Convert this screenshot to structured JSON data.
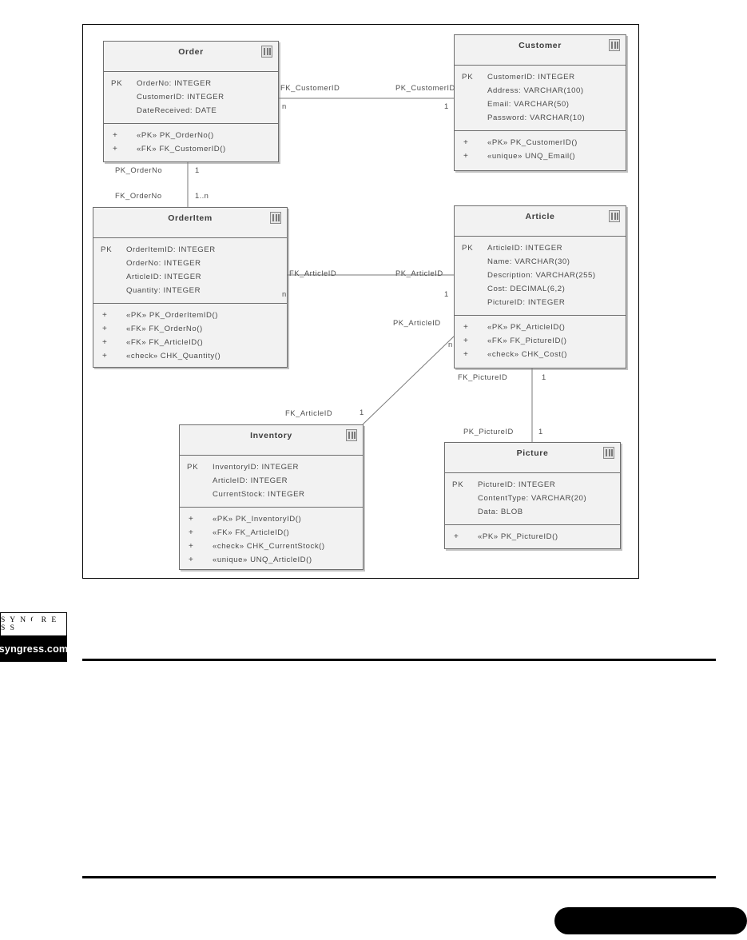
{
  "diagram": {
    "type": "er-class-diagram",
    "entities": [
      {
        "id": "order",
        "name": "Order",
        "icon": "table-icon",
        "attributes": [
          {
            "key": "PK",
            "text": "OrderNo: INTEGER"
          },
          {
            "key": "",
            "text": "CustomerID: INTEGER"
          },
          {
            "key": "",
            "text": "DateReceived: DATE"
          }
        ],
        "operations": [
          {
            "visibility": "+",
            "text": "«PK» PK_OrderNo()"
          },
          {
            "visibility": "+",
            "text": "«FK» FK_CustomerID()"
          }
        ]
      },
      {
        "id": "customer",
        "name": "Customer",
        "icon": "table-icon",
        "attributes": [
          {
            "key": "PK",
            "text": "CustomerID: INTEGER"
          },
          {
            "key": "",
            "text": "Address: VARCHAR(100)"
          },
          {
            "key": "",
            "text": "Email: VARCHAR(50)"
          },
          {
            "key": "",
            "text": "Password: VARCHAR(10)"
          }
        ],
        "operations": [
          {
            "visibility": "+",
            "text": "«PK» PK_CustomerID()"
          },
          {
            "visibility": "+",
            "text": "«unique» UNQ_Email()"
          }
        ]
      },
      {
        "id": "orderitem",
        "name": "OrderItem",
        "icon": "table-icon",
        "attributes": [
          {
            "key": "PK",
            "text": "OrderItemID: INTEGER"
          },
          {
            "key": "",
            "text": "OrderNo: INTEGER"
          },
          {
            "key": "",
            "text": "ArticleID: INTEGER"
          },
          {
            "key": "",
            "text": "Quantity: INTEGER"
          }
        ],
        "operations": [
          {
            "visibility": "+",
            "text": "«PK» PK_OrderItemID()"
          },
          {
            "visibility": "+",
            "text": "«FK» FK_OrderNo()"
          },
          {
            "visibility": "+",
            "text": "«FK» FK_ArticleID()"
          },
          {
            "visibility": "+",
            "text": "«check» CHK_Quantity()"
          }
        ]
      },
      {
        "id": "article",
        "name": "Article",
        "icon": "table-icon",
        "attributes": [
          {
            "key": "PK",
            "text": "ArticleID: INTEGER"
          },
          {
            "key": "",
            "text": "Name: VARCHAR(30)"
          },
          {
            "key": "",
            "text": "Description: VARCHAR(255)"
          },
          {
            "key": "",
            "text": "Cost: DECIMAL(6,2)"
          },
          {
            "key": "",
            "text": "PictureID: INTEGER"
          }
        ],
        "operations": [
          {
            "visibility": "+",
            "text": "«PK» PK_ArticleID()"
          },
          {
            "visibility": "+",
            "text": "«FK» FK_PictureID()"
          },
          {
            "visibility": "+",
            "text": "«check» CHK_Cost()"
          }
        ]
      },
      {
        "id": "inventory",
        "name": "Inventory",
        "icon": "table-icon",
        "attributes": [
          {
            "key": "PK",
            "text": "InventoryID: INTEGER"
          },
          {
            "key": "",
            "text": "ArticleID: INTEGER"
          },
          {
            "key": "",
            "text": "CurrentStock: INTEGER"
          }
        ],
        "operations": [
          {
            "visibility": "+",
            "text": "«PK» PK_InventoryID()"
          },
          {
            "visibility": "+",
            "text": "«FK» FK_ArticleID()"
          },
          {
            "visibility": "+",
            "text": "«check» CHK_CurrentStock()"
          },
          {
            "visibility": "+",
            "text": "«unique» UNQ_ArticleID()"
          }
        ]
      },
      {
        "id": "picture",
        "name": "Picture",
        "icon": "table-icon",
        "attributes": [
          {
            "key": "PK",
            "text": "PictureID: INTEGER"
          },
          {
            "key": "",
            "text": "ContentType: VARCHAR(20)"
          },
          {
            "key": "",
            "text": "Data: BLOB"
          }
        ],
        "operations": [
          {
            "visibility": "+",
            "text": "«PK» PK_PictureID()"
          }
        ]
      }
    ],
    "relationships": [
      {
        "id": "order-customer",
        "source_label": "FK_CustomerID",
        "source_card": "n",
        "target_label": "PK_CustomerID",
        "target_card": "1"
      },
      {
        "id": "order-orderitem",
        "source_label": "PK_OrderNo",
        "source_card": "1",
        "target_label": "FK_OrderNo",
        "target_card": "1..n"
      },
      {
        "id": "orderitem-article",
        "source_label": "FK_ArticleID",
        "source_card": "n",
        "target_label": "PK_ArticleID",
        "target_card": "1"
      },
      {
        "id": "article-inventory",
        "source_label": "PK_ArticleID",
        "source_card": "n",
        "target_label": "FK_ArticleID",
        "target_card": "1"
      },
      {
        "id": "article-picture",
        "source_label": "FK_PictureID",
        "source_card": "1",
        "target_label": "PK_PictureID",
        "target_card": "1"
      }
    ]
  },
  "branding": {
    "logo_top": "S Y N G R E S S",
    "logo_bottom": "syngress.com"
  },
  "colors": {
    "entity_fill": "#f2f2f2",
    "entity_border": "#6e6e6e",
    "text": "#4a4a4a",
    "frame": "#000000",
    "rule": "#000000",
    "pill": "#000000"
  }
}
